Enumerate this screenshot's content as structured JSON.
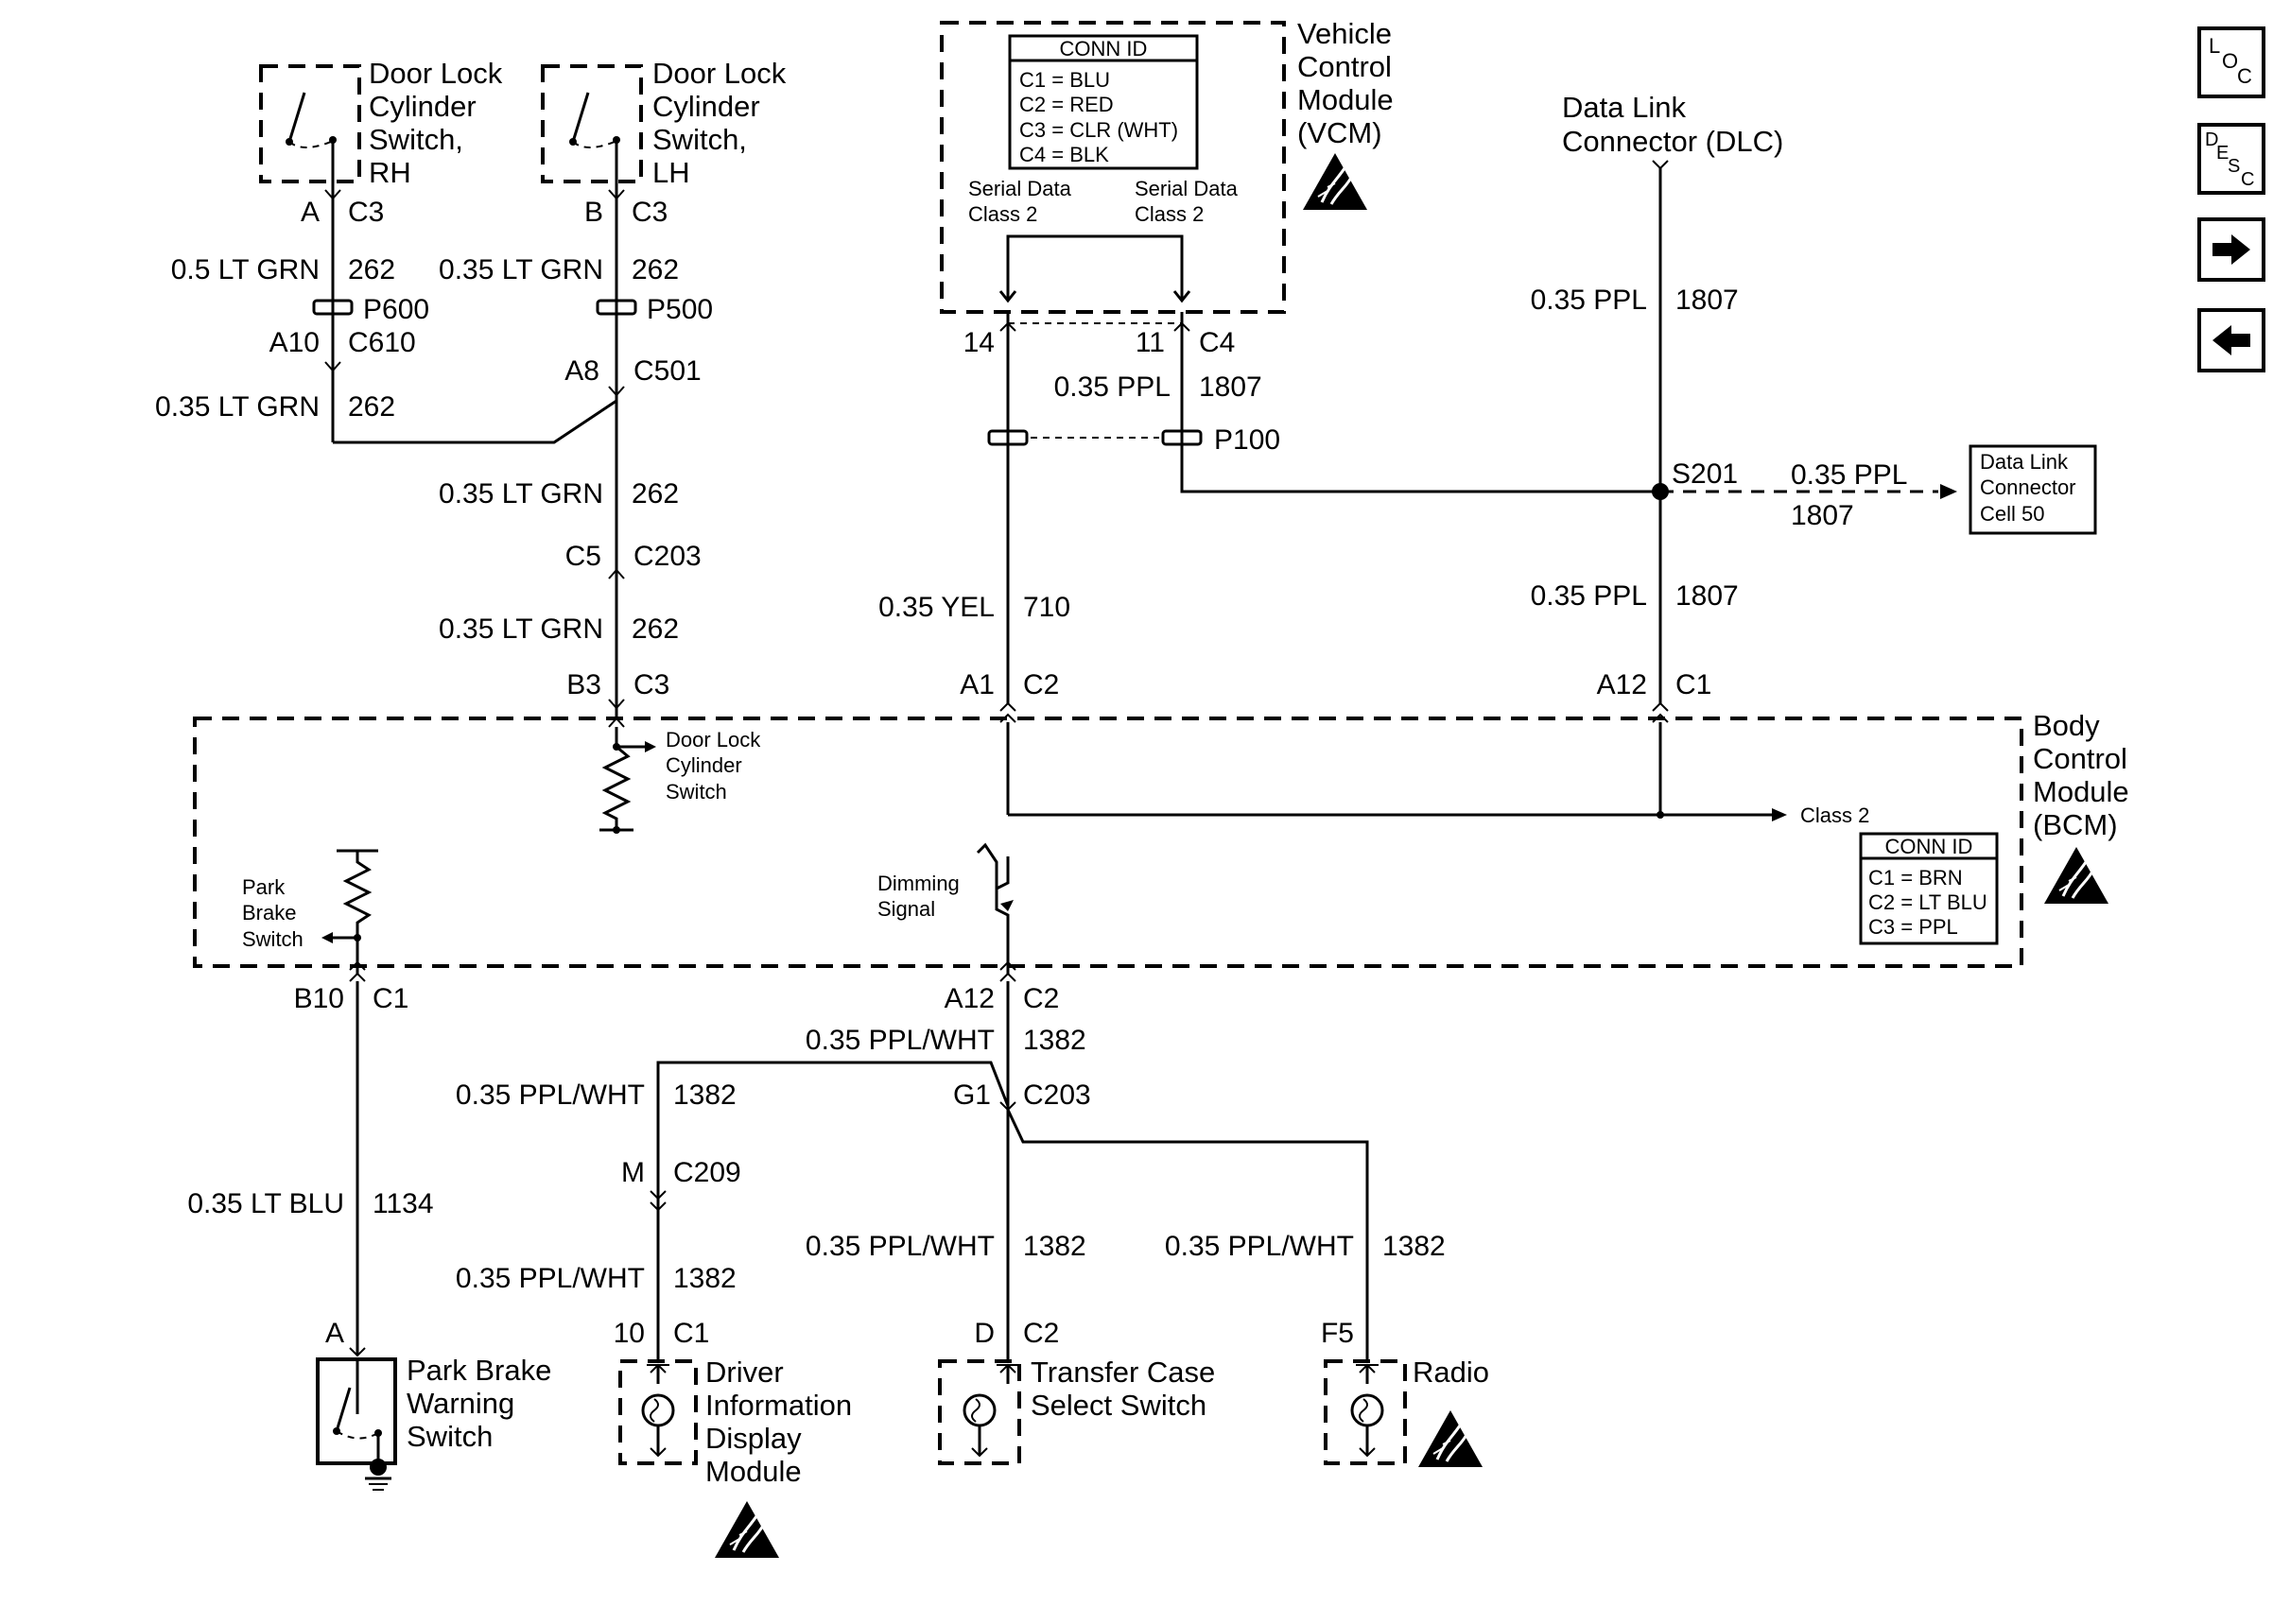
{
  "components": {
    "door_lock_rh": {
      "name": [
        "Door Lock",
        "Cylinder",
        "Switch,",
        "RH"
      ],
      "pin": "A",
      "conn": "C3"
    },
    "door_lock_lh": {
      "name": [
        "Door Lock",
        "Cylinder",
        "Switch,",
        "LH"
      ],
      "pin": "B",
      "conn": "C3"
    },
    "vcm": {
      "name": [
        "Vehicle",
        "Control",
        "Module",
        "(VCM)"
      ],
      "conn_id_title": "CONN ID",
      "conn_ids": [
        "C1 = BLU",
        "C2 = RED",
        "C3 = CLR (WHT)",
        "C4 = BLK"
      ],
      "serial_left": [
        "Serial Data",
        "Class 2"
      ],
      "serial_right": [
        "Serial Data",
        "Class 2"
      ],
      "pin_left": "14",
      "pin_right": "11",
      "conn": "C4"
    },
    "dlc": {
      "name": [
        "Data Link",
        "Connector (DLC)"
      ]
    },
    "dlc_ref": {
      "lines": [
        "Data Link",
        "Connector",
        "Cell 50"
      ]
    },
    "bcm": {
      "name": [
        "Body",
        "Control",
        "Module",
        "(BCM)"
      ],
      "conn_id_title": "CONN ID",
      "conn_ids": [
        "C1 = BRN",
        "C2 = LT BLU",
        "C3 = PPL"
      ],
      "door_switch": [
        "Door Lock",
        "Cylinder",
        "Switch"
      ],
      "park_brake": [
        "Park",
        "Brake",
        "Switch"
      ],
      "dimming": [
        "Dimming",
        "Signal"
      ],
      "class2": "Class 2"
    },
    "park_brake_warning": {
      "name": [
        "Park Brake",
        "Warning",
        "Switch"
      ],
      "pin": "A"
    },
    "dim": {
      "name": [
        "Driver",
        "Information",
        "Display",
        "Module"
      ],
      "pin": "10",
      "conn": "C1"
    },
    "tcs": {
      "name": [
        "Transfer Case",
        "Select Switch"
      ],
      "pin": "D",
      "conn": "C2"
    },
    "radio": {
      "name": [
        "Radio"
      ],
      "pin": "F5"
    }
  },
  "wires": {
    "rh_top": {
      "gauge": "0.5 LT GRN",
      "circuit": "262"
    },
    "rh_mid": {
      "gauge": "0.35 LT GRN",
      "circuit": "262"
    },
    "lh_top": {
      "gauge": "0.35 LT GRN",
      "circuit": "262"
    },
    "lh_mid": {
      "gauge": "0.35 LT GRN",
      "circuit": "262"
    },
    "lh_low": {
      "gauge": "0.35 LT GRN",
      "circuit": "262"
    },
    "vcm_11": {
      "gauge": "0.35 PPL",
      "circuit": "1807"
    },
    "yel": {
      "gauge": "0.35 YEL",
      "circuit": "710"
    },
    "dlc_top": {
      "gauge": "0.35 PPL",
      "circuit": "1807"
    },
    "dlc_low": {
      "gauge": "0.35 PPL",
      "circuit": "1807"
    },
    "dlc_ref": {
      "gauge": "0.35 PPL",
      "circuit": "1807"
    },
    "park": {
      "gauge": "0.35 LT BLU",
      "circuit": "1134"
    },
    "dim_top": {
      "gauge": "0.35 PPL/WHT",
      "circuit": "1382"
    },
    "dim_left": {
      "gauge": "0.35 PPL/WHT",
      "circuit": "1382"
    },
    "dim_left_low": {
      "gauge": "0.35 PPL/WHT",
      "circuit": "1382"
    },
    "dim_center": {
      "gauge": "0.35 PPL/WHT",
      "circuit": "1382"
    },
    "dim_right": {
      "gauge": "0.35 PPL/WHT",
      "circuit": "1382"
    }
  },
  "connectors": {
    "p600": "P600",
    "c610_pin": "A10",
    "c610": "C610",
    "p500": "P500",
    "c501_pin": "A8",
    "c501": "C501",
    "c203_pin": "C5",
    "c203": "C203",
    "bcm_c3_pin": "B3",
    "bcm_c3": "C3",
    "p100": "P100",
    "s201": "S201",
    "bcm_a1": "A1",
    "bcm_c2": "C2",
    "bcm_a12": "A12",
    "bcm_c1": "C1",
    "bcm_b10": "B10",
    "bcm_b10_conn": "C1",
    "bcm_a12b": "A12",
    "bcm_a12b_conn": "C2",
    "g1": "G1",
    "g1_conn": "C203",
    "m": "M",
    "c209": "C209"
  },
  "nav": {
    "loc": [
      "L",
      "O",
      "C"
    ],
    "desc": [
      "D",
      "E",
      "S",
      "C"
    ],
    "forward_icon": "arrow-right-icon",
    "back_icon": "arrow-left-icon"
  }
}
